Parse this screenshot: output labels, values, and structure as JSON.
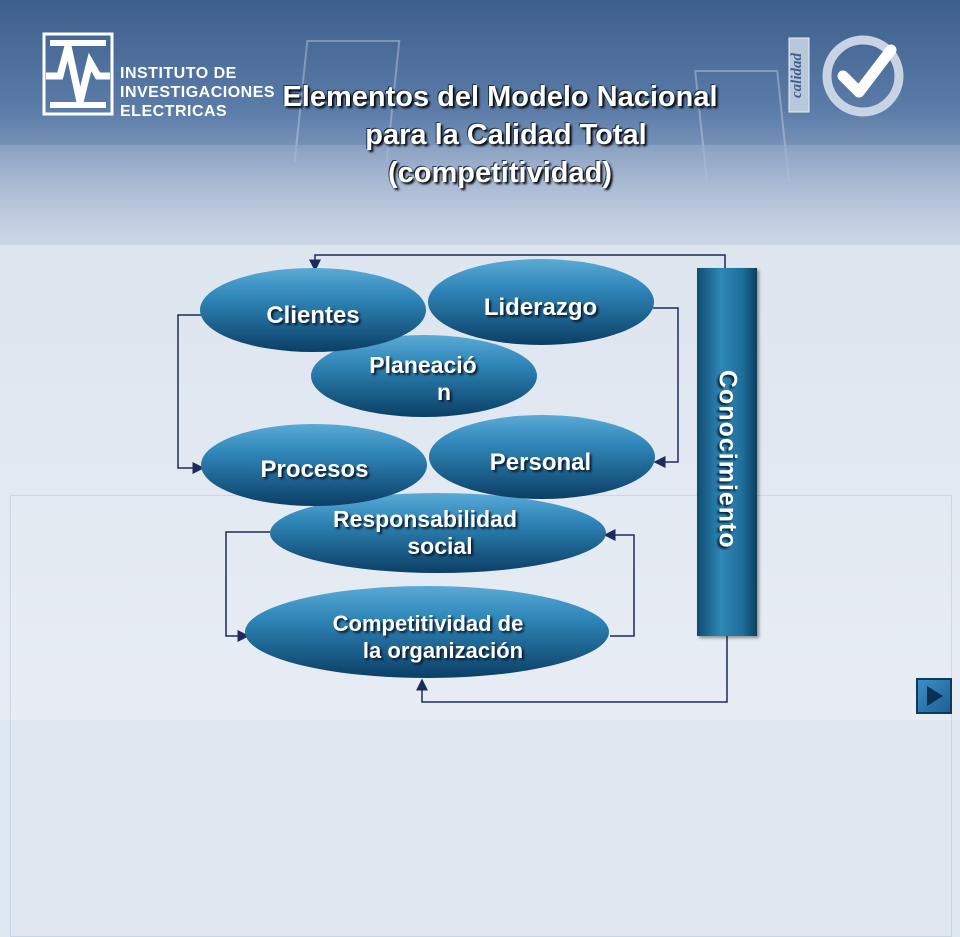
{
  "header": {
    "logo_text": [
      "INSTITUTO DE",
      "INVESTIGACIONES",
      "ELECTRICAS"
    ],
    "title_lines": [
      "Elementos del Modelo Nacional",
      "para la Calidad Total",
      "(competitividad)"
    ],
    "side_logo_text": "calidad"
  },
  "diagram": {
    "nodes": [
      {
        "id": "clientes",
        "lines": [
          "Clientes"
        ]
      },
      {
        "id": "liderazgo",
        "lines": [
          "Liderazgo"
        ]
      },
      {
        "id": "planeacion",
        "lines": [
          "Planeació",
          "n"
        ]
      },
      {
        "id": "procesos",
        "lines": [
          "Procesos"
        ]
      },
      {
        "id": "personal",
        "lines": [
          "Personal"
        ]
      },
      {
        "id": "responsabilidad",
        "lines": [
          "Responsabilidad",
          "social"
        ]
      },
      {
        "id": "competitividad",
        "lines": [
          "Competitividad de",
          "la organización"
        ]
      }
    ],
    "side_bar": "Conocimiento"
  },
  "colors": {
    "ellipse_dark": "#0d4a73",
    "ellipse_light": "#3f95c3",
    "arrow": "#1f2a5a",
    "title": "#ffffff"
  },
  "icons": {
    "next_button": "play-arrow-icon",
    "calidad_check": "checkmark-icon"
  }
}
